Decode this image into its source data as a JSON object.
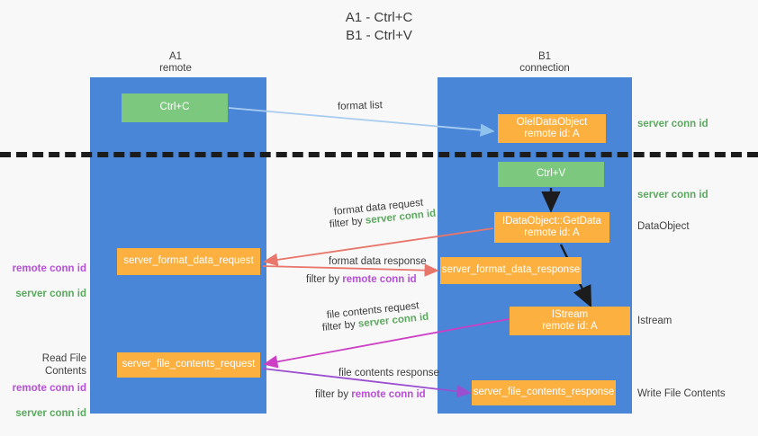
{
  "title": "A1 - Ctrl+C\nB1 - Ctrl+V",
  "columns": {
    "a1": "A1\nremote",
    "b1": "B1\nconnection"
  },
  "nodes": {
    "ctrl_c": "Ctrl+C",
    "ole_dataobject": "OleIDataObject\nremote id: A",
    "ctrl_v": "Ctrl+V",
    "getdata": "IDataObject::GetData\nremote id: A",
    "server_format_data_request": "server_format_data_request",
    "server_format_data_response": "server_format_data_response",
    "istream": "IStream\nremote id: A",
    "server_file_contents_request": "server_file_contents_request",
    "server_file_contents_response": "server_file_contents_response"
  },
  "right_labels": {
    "server_conn_id_top": "server conn id",
    "server_conn_id_mid": "server conn id",
    "dataobject": "DataObject",
    "istream": "Istream",
    "write_file_contents": "Write File Contents"
  },
  "left_labels": {
    "remote_conn_id_1": "remote conn id",
    "server_conn_id_1": "server conn id",
    "read_file_contents": "Read File Contents",
    "remote_conn_id_2": "remote conn id",
    "server_conn_id_2": "server conn id"
  },
  "edges": {
    "format_list": "format list",
    "format_data_request": "format data request",
    "filter_by_1": "filter by ",
    "filter_server_conn_id_1": "server conn id",
    "format_data_response": "format data response",
    "filter_by_2": "filter by ",
    "filter_remote_conn_id_1": "remote conn id",
    "file_contents_request": "file contents request",
    "filter_by_3": "filter by ",
    "filter_server_conn_id_2": "server conn id",
    "file_contents_response": "file contents response",
    "filter_by_4": "filter by ",
    "filter_remote_conn_id_2": "remote conn id"
  },
  "colors": {
    "panel_blue": "#4a86d8",
    "node_green": "#7dc87f",
    "node_orange": "#fbb040",
    "arrow_lightblue": "#a8cdf0",
    "arrow_red": "#e8766b",
    "arrow_magenta": "#cc3fc4",
    "arrow_purple": "#9b4fd0",
    "arrow_black": "#1c1c1c",
    "text_green": "#5aa95e",
    "text_purple": "#b84fd8",
    "background": "#f8f8f8"
  }
}
